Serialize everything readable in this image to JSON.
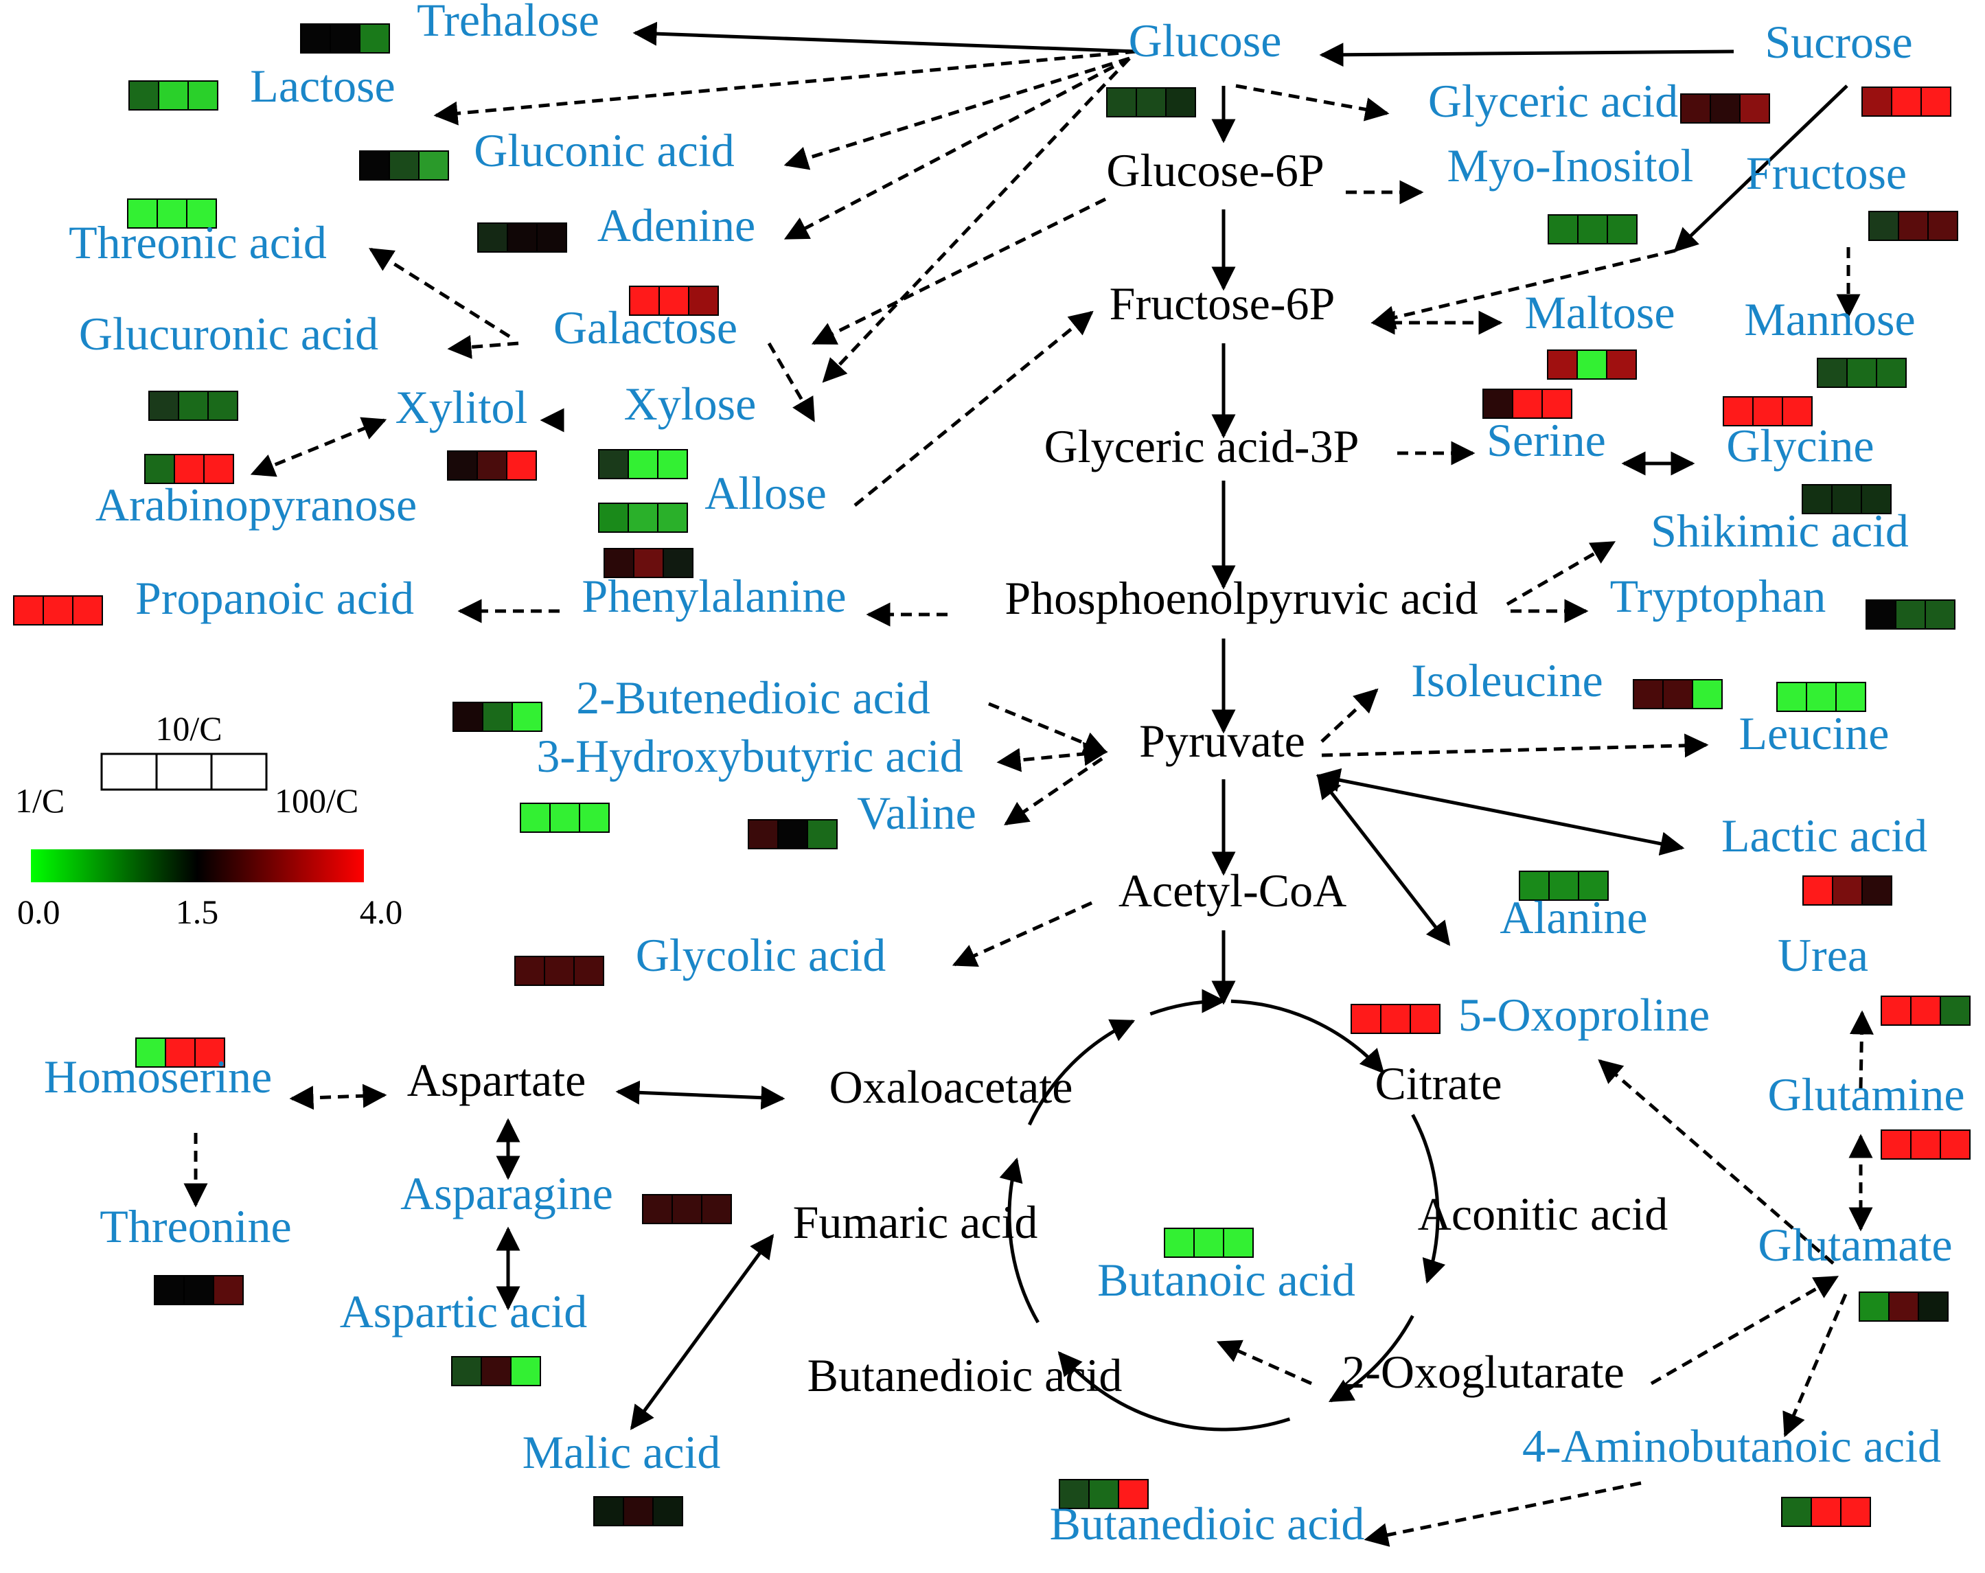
{
  "colors": {
    "metabolite": "#1a86c8",
    "reference": "#000000",
    "low": "#00ff00",
    "mid": "#000000",
    "high": "#ff0000"
  },
  "legend": {
    "top_label": "10/C",
    "left_label": "1/C",
    "right_label": "100/C",
    "scale_min": "0.0",
    "scale_mid": "1.5",
    "scale_max": "4.0"
  },
  "nodes": [
    {
      "id": "trehalose",
      "label": "Trehalose",
      "kind": "met"
    },
    {
      "id": "lactose",
      "label": "Lactose",
      "kind": "met"
    },
    {
      "id": "gluconic",
      "label": "Gluconic acid",
      "kind": "met"
    },
    {
      "id": "threonic",
      "label": "Threonic acid",
      "kind": "met"
    },
    {
      "id": "adenine",
      "label": "Adenine",
      "kind": "met"
    },
    {
      "id": "glucuronic",
      "label": "Glucuronic acid",
      "kind": "met"
    },
    {
      "id": "galactose",
      "label": "Galactose",
      "kind": "met"
    },
    {
      "id": "xylitol",
      "label": "Xylitol",
      "kind": "met"
    },
    {
      "id": "xylose",
      "label": "Xylose",
      "kind": "met"
    },
    {
      "id": "arabinopyranose",
      "label": "Arabinopyranose",
      "kind": "met"
    },
    {
      "id": "allose",
      "label": "Allose",
      "kind": "met"
    },
    {
      "id": "propanoic",
      "label": "Propanoic acid",
      "kind": "met"
    },
    {
      "id": "phenylalanine",
      "label": "Phenylalanine",
      "kind": "met"
    },
    {
      "id": "glucose",
      "label": "Glucose",
      "kind": "met"
    },
    {
      "id": "sucrose",
      "label": "Sucrose",
      "kind": "met"
    },
    {
      "id": "glyceric",
      "label": "Glyceric acid",
      "kind": "met"
    },
    {
      "id": "myoinositol",
      "label": "Myo-Inositol",
      "kind": "met"
    },
    {
      "id": "fructose",
      "label": "Fructose",
      "kind": "met"
    },
    {
      "id": "maltose",
      "label": "Maltose",
      "kind": "met"
    },
    {
      "id": "mannose",
      "label": "Mannose",
      "kind": "met"
    },
    {
      "id": "serine",
      "label": "Serine",
      "kind": "met"
    },
    {
      "id": "glycine",
      "label": "Glycine",
      "kind": "met"
    },
    {
      "id": "shikimic",
      "label": "Shikimic acid",
      "kind": "met"
    },
    {
      "id": "tryptophan",
      "label": "Tryptophan",
      "kind": "met"
    },
    {
      "id": "glucose6p",
      "label": "Glucose-6P",
      "kind": "ref"
    },
    {
      "id": "fructose6p",
      "label": "Fructose-6P",
      "kind": "ref"
    },
    {
      "id": "glyceric3p",
      "label": "Glyceric acid-3P",
      "kind": "ref"
    },
    {
      "id": "pep",
      "label": "Phosphoenolpyruvic acid",
      "kind": "ref"
    },
    {
      "id": "pyruvate",
      "label": "Pyruvate",
      "kind": "ref"
    },
    {
      "id": "acetylcoa",
      "label": "Acetyl-CoA",
      "kind": "ref"
    },
    {
      "id": "butenedioic",
      "label": "2-Butenedioic acid",
      "kind": "met"
    },
    {
      "id": "hydroxybutyric",
      "label": "3-Hydroxybutyric acid",
      "kind": "met"
    },
    {
      "id": "valine",
      "label": "Valine",
      "kind": "met"
    },
    {
      "id": "isoleucine",
      "label": "Isoleucine",
      "kind": "met"
    },
    {
      "id": "leucine",
      "label": "Leucine",
      "kind": "met"
    },
    {
      "id": "lactic",
      "label": "Lactic acid",
      "kind": "met"
    },
    {
      "id": "alanine",
      "label": "Alanine",
      "kind": "met"
    },
    {
      "id": "glycolic",
      "label": "Glycolic acid",
      "kind": "met"
    },
    {
      "id": "urea",
      "label": "Urea",
      "kind": "met"
    },
    {
      "id": "oxoproline",
      "label": "5-Oxoproline",
      "kind": "met"
    },
    {
      "id": "citrate",
      "label": "Citrate",
      "kind": "ref"
    },
    {
      "id": "oxaloacetate",
      "label": "Oxaloacetate",
      "kind": "ref"
    },
    {
      "id": "aspartate",
      "label": "Aspartate",
      "kind": "ref"
    },
    {
      "id": "homoserine",
      "label": "Homoserine",
      "kind": "met"
    },
    {
      "id": "glutamine",
      "label": "Glutamine",
      "kind": "met"
    },
    {
      "id": "asparagine",
      "label": "Asparagine",
      "kind": "met"
    },
    {
      "id": "fumaric",
      "label": "Fumaric acid",
      "kind": "ref"
    },
    {
      "id": "aconitic",
      "label": "Aconitic acid",
      "kind": "ref"
    },
    {
      "id": "threonine",
      "label": "Threonine",
      "kind": "met"
    },
    {
      "id": "glutamate",
      "label": "Glutamate",
      "kind": "met"
    },
    {
      "id": "butanoic",
      "label": "Butanoic acid",
      "kind": "met"
    },
    {
      "id": "aspartic",
      "label": "Aspartic acid",
      "kind": "met"
    },
    {
      "id": "oxoglutarate",
      "label": "2-Oxoglutarate",
      "kind": "ref"
    },
    {
      "id": "butanedioic_tca",
      "label": "Butanedioic acid",
      "kind": "ref"
    },
    {
      "id": "malic",
      "label": "Malic acid",
      "kind": "met"
    },
    {
      "id": "aminobutanoic",
      "label": "4-Aminobutanoic acid",
      "kind": "met"
    },
    {
      "id": "butanedioic",
      "label": "Butanedioic acid",
      "kind": "met"
    }
  ],
  "heatmaps": [
    {
      "of": "trehalose",
      "colors": [
        "#050505",
        "#050505",
        "#1a7a1a"
      ]
    },
    {
      "of": "lactose",
      "colors": [
        "#1a6a1a",
        "#2ad02a",
        "#2ad02a"
      ]
    },
    {
      "of": "gluconic",
      "colors": [
        "#050505",
        "#1a4a1a",
        "#2a9a2a"
      ]
    },
    {
      "of": "threonic",
      "colors": [
        "#33f033",
        "#33f033",
        "#33f033"
      ]
    },
    {
      "of": "adenine",
      "colors": [
        "#142814",
        "#100606",
        "#100606"
      ]
    },
    {
      "of": "galactose",
      "colors": [
        "#ff1a1a",
        "#ff1a1a",
        "#9a0e0e"
      ]
    },
    {
      "of": "glucuronic",
      "colors": [
        "#1a3a1a",
        "#1a6a1a",
        "#1a6a1a"
      ]
    },
    {
      "of": "arabinopyranose",
      "colors": [
        "#1a6a1a",
        "#ff1a1a",
        "#ff1a1a"
      ]
    },
    {
      "of": "xylitol",
      "colors": [
        "#180808",
        "#4a0c0c",
        "#ff1a1a"
      ]
    },
    {
      "of": "xylose",
      "colors": [
        "#1a3a1a",
        "#33f033",
        "#33f033"
      ]
    },
    {
      "of": "allose",
      "colors": [
        "#1a8a1a",
        "#2ab02a",
        "#2ab02a"
      ]
    },
    {
      "of": "phenylalanine",
      "colors": [
        "#2a0808",
        "#6a0e0e",
        "#101a10"
      ]
    },
    {
      "of": "propanoic",
      "colors": [
        "#ff1a1a",
        "#ff1a1a",
        "#ff1a1a"
      ]
    },
    {
      "of": "glucose",
      "colors": [
        "#1a4a1a",
        "#1a4a1a",
        "#123012"
      ]
    },
    {
      "of": "glyceric",
      "colors": [
        "#4a0a0a",
        "#2a0808",
        "#8a1010"
      ]
    },
    {
      "of": "sucrose",
      "colors": [
        "#9a1010",
        "#ff1a1a",
        "#ff1a1a"
      ]
    },
    {
      "of": "myoinositol",
      "colors": [
        "#1a7a1a",
        "#1a7a1a",
        "#1a7a1a"
      ]
    },
    {
      "of": "fructose",
      "colors": [
        "#1a3a1a",
        "#5a0c0c",
        "#5a0c0c"
      ]
    },
    {
      "of": "maltose_a",
      "colors": [
        "#a01010",
        "#33f033",
        "#a01010"
      ]
    },
    {
      "of": "maltose_b",
      "colors": [
        "#2a0808",
        "#ff1a1a",
        "#ff1a1a"
      ]
    },
    {
      "of": "mannose_a",
      "colors": [
        "#1a4a1a",
        "#1a6a1a",
        "#1a6a1a"
      ]
    },
    {
      "of": "mannose_b",
      "colors": [
        "#ff1a1a",
        "#ff1a1a",
        "#ff1a1a"
      ]
    },
    {
      "of": "glycine",
      "colors": [
        "#123012",
        "#123012",
        "#123012"
      ]
    },
    {
      "of": "tryptophan",
      "colors": [
        "#050505",
        "#1a5a1a",
        "#1a5a1a"
      ]
    },
    {
      "of": "butenedioic",
      "colors": [
        "#180606",
        "#1a6a1a",
        "#33f033"
      ]
    },
    {
      "of": "hydroxybutyric",
      "colors": [
        "#33f033",
        "#33f033",
        "#33f033"
      ]
    },
    {
      "of": "valine",
      "colors": [
        "#3a0a0a",
        "#050505",
        "#1a6a1a"
      ]
    },
    {
      "of": "isoleucine",
      "colors": [
        "#4a0a0a",
        "#4a0a0a",
        "#33f033"
      ]
    },
    {
      "of": "leucine",
      "colors": [
        "#33f033",
        "#33f033",
        "#33f033"
      ]
    },
    {
      "of": "lactic",
      "colors": [
        "#ff1a1a",
        "#7a0e0e",
        "#2a0808"
      ]
    },
    {
      "of": "alanine",
      "colors": [
        "#1a8a1a",
        "#1a8a1a",
        "#1a8a1a"
      ]
    },
    {
      "of": "glycolic",
      "colors": [
        "#4a0a0a",
        "#4a0a0a",
        "#4a0a0a"
      ]
    },
    {
      "of": "oxoproline",
      "colors": [
        "#ff1a1a",
        "#ff1a1a",
        "#ff1a1a"
      ]
    },
    {
      "of": "urea",
      "colors": [
        "#ff1a1a",
        "#ff1a1a",
        "#1a6a1a"
      ]
    },
    {
      "of": "homoserine",
      "colors": [
        "#33f033",
        "#ff1a1a",
        "#ff1a1a"
      ]
    },
    {
      "of": "glutamine",
      "colors": [
        "#ff1a1a",
        "#ff1a1a",
        "#ff1a1a"
      ]
    },
    {
      "of": "asparagine",
      "colors": [
        "#3a0a0a",
        "#3a0a0a",
        "#3a0a0a"
      ]
    },
    {
      "of": "butanoic",
      "colors": [
        "#33f033",
        "#33f033",
        "#33f033"
      ]
    },
    {
      "of": "threonine",
      "colors": [
        "#050505",
        "#050505",
        "#5a0c0c"
      ]
    },
    {
      "of": "glutamate",
      "colors": [
        "#1a8a1a",
        "#5a0c0c",
        "#0c1a0c"
      ]
    },
    {
      "of": "aspartic",
      "colors": [
        "#1a4a1a",
        "#3a0a0a",
        "#33f033"
      ]
    },
    {
      "of": "butanedioic",
      "colors": [
        "#1a4a1a",
        "#1a6a1a",
        "#ff1a1a"
      ]
    },
    {
      "of": "malic",
      "colors": [
        "#0c1a0c",
        "#2a0808",
        "#0c1a0c"
      ]
    },
    {
      "of": "aminobutanoic",
      "colors": [
        "#1a6a1a",
        "#ff1a1a",
        "#ff1a1a"
      ]
    }
  ],
  "edges": [
    {
      "from": "glucose",
      "to": "trehalose",
      "style": "solid"
    },
    {
      "from": "glucose",
      "to": "lactose",
      "style": "dashed"
    },
    {
      "from": "glucose",
      "to": "gluconic",
      "style": "dashed"
    },
    {
      "from": "glucose",
      "to": "adenine",
      "style": "dashed"
    },
    {
      "from": "glucose",
      "to": "xylose",
      "style": "dashed"
    },
    {
      "from": "glucose",
      "to": "glyceric",
      "style": "dashed"
    },
    {
      "from": "sucrose",
      "to": "glucose",
      "style": "solid"
    },
    {
      "from": "sucrose",
      "to": "fructose",
      "style": "solid"
    },
    {
      "from": "glucose",
      "to": "glucose6p",
      "style": "solid"
    },
    {
      "from": "glucose6p",
      "to": "myoinositol",
      "style": "dashed"
    },
    {
      "from": "glucose6p",
      "to": "galactose",
      "style": "dashed"
    },
    {
      "from": "galactose",
      "to": "threonic",
      "style": "dashed"
    },
    {
      "from": "galactose",
      "to": "glucuronic",
      "style": "dashed"
    },
    {
      "from": "galactose",
      "to": "xylose",
      "style": "dashed"
    },
    {
      "from": "xylose",
      "to": "xylitol",
      "style": "dashed"
    },
    {
      "from": "xylitol",
      "to": "arabinopyranose",
      "style": "dashed",
      "both": true
    },
    {
      "from": "allose",
      "to": "fructose6p",
      "style": "dashed"
    },
    {
      "from": "glucose6p",
      "to": "fructose6p",
      "style": "solid"
    },
    {
      "from": "fructose",
      "to": "fructose6p",
      "style": "dashed"
    },
    {
      "from": "fructose",
      "to": "mannose",
      "style": "dashed"
    },
    {
      "from": "fructose6p",
      "to": "maltose",
      "style": "dashed",
      "both": true
    },
    {
      "from": "fructose6p",
      "to": "glyceric3p",
      "style": "solid"
    },
    {
      "from": "glyceric3p",
      "to": "serine",
      "style": "dashed"
    },
    {
      "from": "serine",
      "to": "glycine",
      "style": "solid",
      "both": true
    },
    {
      "from": "glyceric3p",
      "to": "pep",
      "style": "solid"
    },
    {
      "from": "pep",
      "to": "phenylalanine",
      "style": "dashed"
    },
    {
      "from": "phenylalanine",
      "to": "propanoic",
      "style": "dashed"
    },
    {
      "from": "pep",
      "to": "shikimic",
      "style": "dashed"
    },
    {
      "from": "pep",
      "to": "tryptophan",
      "style": "dashed"
    },
    {
      "from": "pep",
      "to": "pyruvate",
      "style": "solid"
    },
    {
      "from": "butenedioic",
      "to": "pyruvate",
      "style": "dashed"
    },
    {
      "from": "pyruvate",
      "to": "hydroxybutyric",
      "style": "dashed",
      "both": true
    },
    {
      "from": "pyruvate",
      "to": "valine",
      "style": "dashed"
    },
    {
      "from": "pyruvate",
      "to": "isoleucine",
      "style": "dashed"
    },
    {
      "from": "pyruvate",
      "to": "leucine",
      "style": "dashed"
    },
    {
      "from": "pyruvate",
      "to": "lactic",
      "style": "solid",
      "both": true
    },
    {
      "from": "pyruvate",
      "to": "alanine",
      "style": "solid",
      "both": true
    },
    {
      "from": "pyruvate",
      "to": "acetylcoa",
      "style": "solid"
    },
    {
      "from": "acetylcoa",
      "to": "glycolic",
      "style": "dashed"
    },
    {
      "from": "acetylcoa",
      "to": "citrate",
      "style": "solid"
    },
    {
      "from": "citrate",
      "to": "aconitic",
      "style": "solid"
    },
    {
      "from": "aconitic",
      "to": "oxoglutarate",
      "style": "solid"
    },
    {
      "from": "oxoglutarate",
      "to": "butanedioic_tca",
      "style": "solid"
    },
    {
      "from": "butanedioic_tca",
      "to": "fumaric",
      "style": "solid"
    },
    {
      "from": "fumaric",
      "to": "oxaloacetate",
      "style": "solid"
    },
    {
      "from": "oxoglutarate",
      "to": "butanoic",
      "style": "dashed"
    },
    {
      "from": "oxoglutarate",
      "to": "glutamate",
      "style": "dashed"
    },
    {
      "from": "glutamate",
      "to": "oxoproline",
      "style": "dashed"
    },
    {
      "from": "glutamate",
      "to": "glutamine",
      "style": "dashed",
      "both": true
    },
    {
      "from": "glutamine",
      "to": "urea",
      "style": "dashed"
    },
    {
      "from": "glutamate",
      "to": "aminobutanoic",
      "style": "dashed"
    },
    {
      "from": "aminobutanoic",
      "to": "butanedioic",
      "style": "dashed"
    },
    {
      "from": "oxaloacetate",
      "to": "aspartate",
      "style": "solid",
      "both": true
    },
    {
      "from": "aspartate",
      "to": "homoserine",
      "style": "dashed",
      "both": true
    },
    {
      "from": "homoserine",
      "to": "threonine",
      "style": "dashed"
    },
    {
      "from": "aspartate",
      "to": "asparagine",
      "style": "solid",
      "both": true
    },
    {
      "from": "asparagine",
      "to": "aspartic",
      "style": "solid",
      "both": true
    },
    {
      "from": "fumaric",
      "to": "malic",
      "style": "solid",
      "both": true
    }
  ]
}
